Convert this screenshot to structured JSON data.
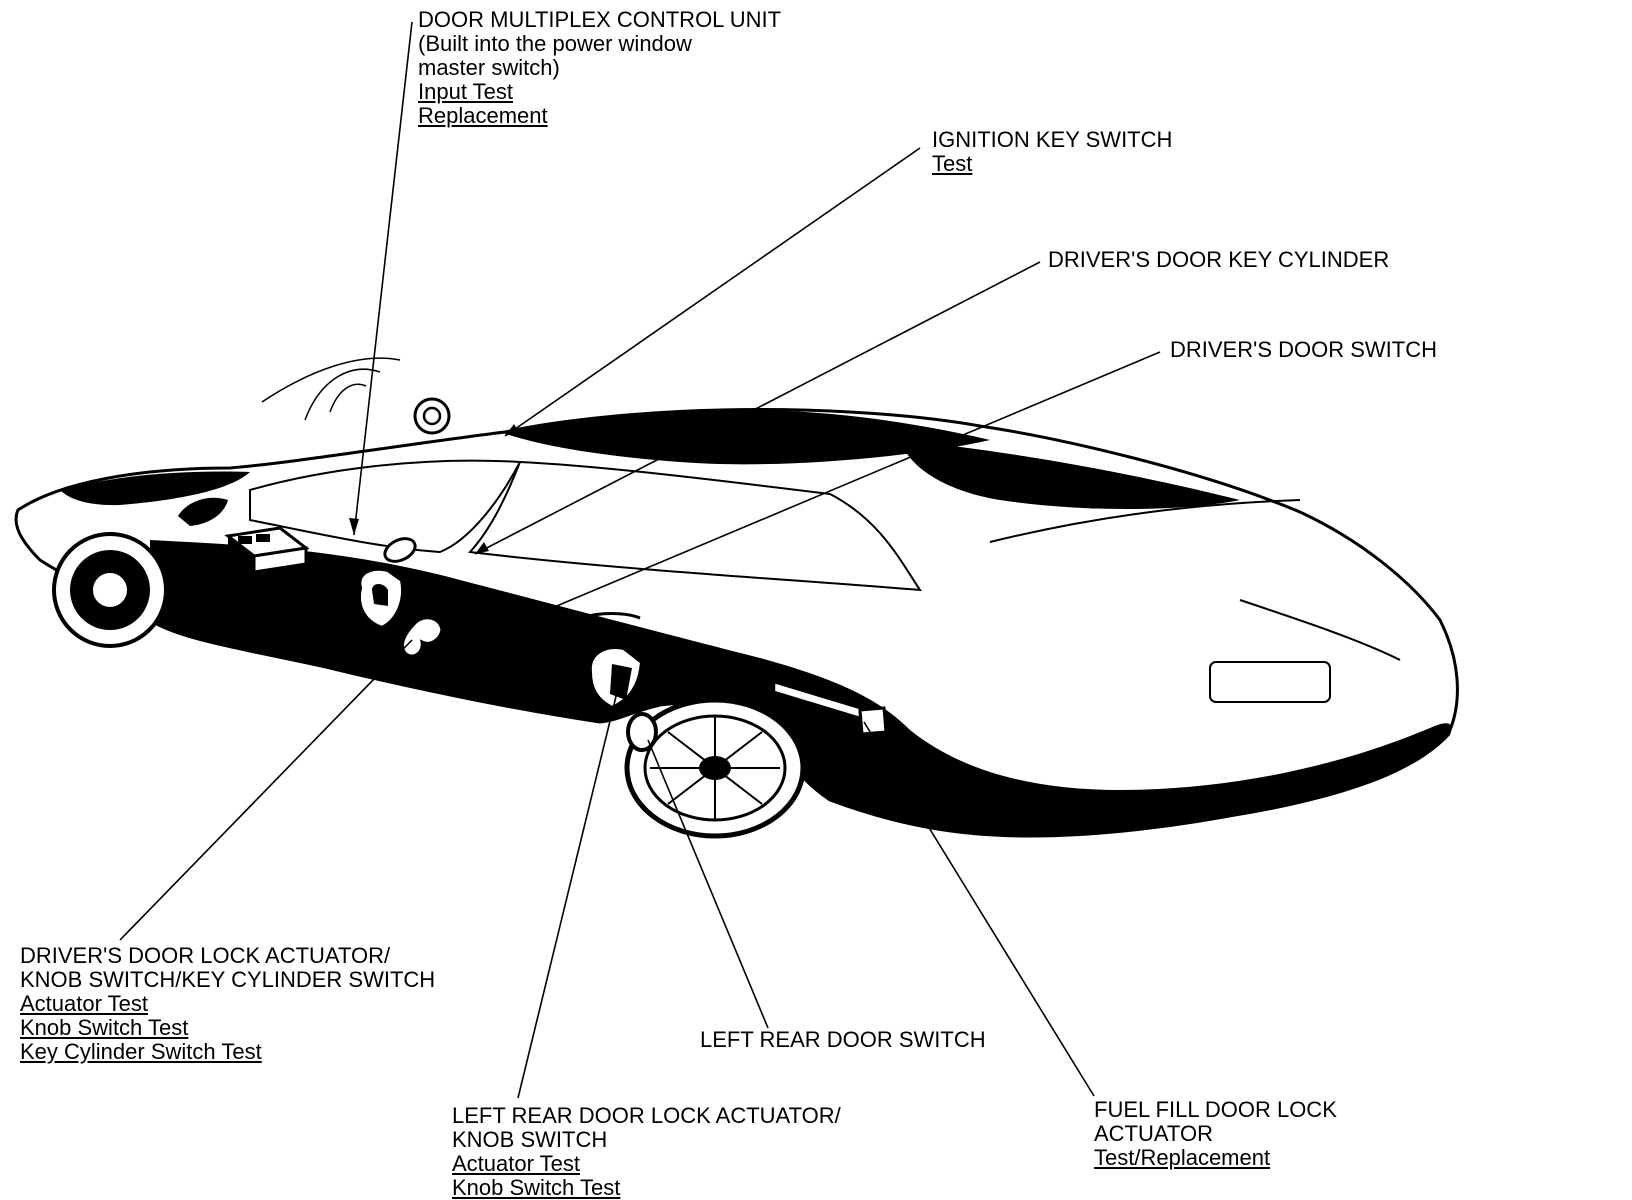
{
  "diagram": {
    "colors": {
      "ink": "#000000",
      "paper": "#ffffff"
    },
    "labels": {
      "door_multiplex": {
        "lines": [
          "DOOR MULTIPLEX CONTROL UNIT",
          "(Built into the power window",
          "master switch)"
        ],
        "links": [
          "Input Test",
          "Replacement"
        ]
      },
      "ignition_key": {
        "lines": [
          "IGNITION KEY SWITCH"
        ],
        "links": [
          "Test"
        ]
      },
      "key_cylinder": {
        "lines": [
          "DRIVER'S DOOR KEY CYLINDER"
        ]
      },
      "door_switch": {
        "lines": [
          "DRIVER'S DOOR SWITCH"
        ]
      },
      "lock_actuator": {
        "lines": [
          "DRIVER'S DOOR LOCK ACTUATOR/",
          "KNOB SWITCH/KEY CYLINDER SWITCH"
        ],
        "links": [
          "Actuator Test",
          "Knob Switch Test",
          "Key Cylinder Switch Test"
        ]
      },
      "rear_door_switch": {
        "lines": [
          "LEFT REAR DOOR SWITCH"
        ]
      },
      "rear_lock_actuator": {
        "lines": [
          "LEFT REAR DOOR LOCK ACTUATOR/",
          "KNOB SWITCH"
        ],
        "links": [
          "Actuator Test",
          "Knob Switch Test"
        ]
      },
      "fuel_fill": {
        "lines": [
          "FUEL FILL DOOR LOCK",
          "ACTUATOR"
        ],
        "links": [
          "Test/Replacement"
        ]
      }
    }
  }
}
